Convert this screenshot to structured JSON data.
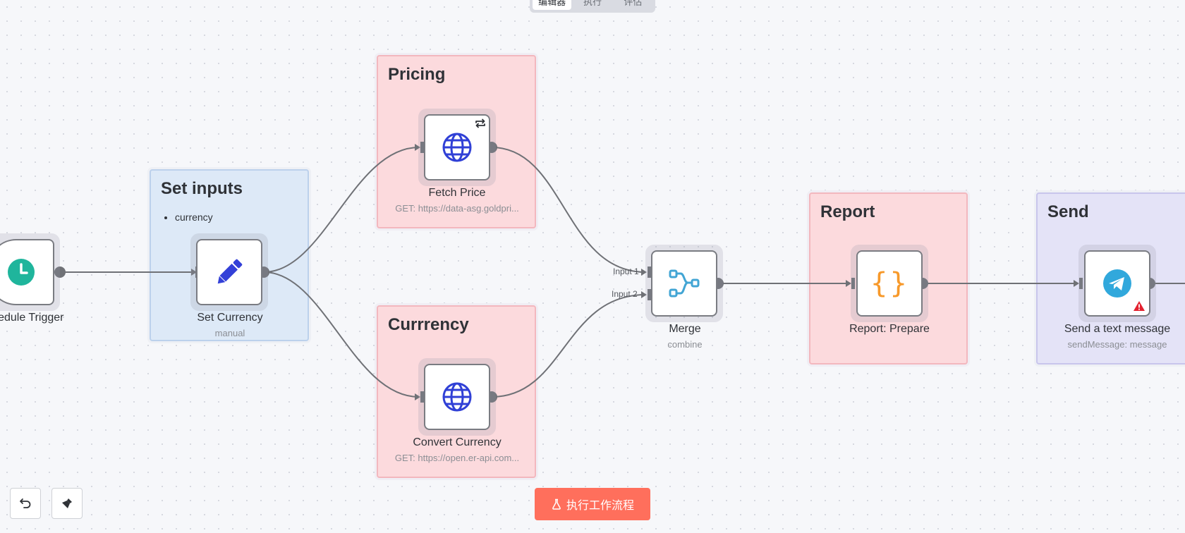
{
  "tabs": [
    {
      "label": "编辑器",
      "active": true
    },
    {
      "label": "执行",
      "active": false
    },
    {
      "label": "评估",
      "active": false
    }
  ],
  "stickies": {
    "set_inputs": {
      "title": "Set inputs",
      "bullets": [
        "currency"
      ]
    },
    "pricing": {
      "title": "Pricing"
    },
    "currency": {
      "title": "Currrency"
    },
    "report": {
      "title": "Report"
    },
    "send": {
      "title": "Send"
    }
  },
  "nodes": {
    "schedule_trigger": {
      "label": "Schedule Trigger",
      "icon": "clock-icon"
    },
    "set_currency": {
      "label": "Set Currency",
      "subtitle": "manual",
      "icon": "pencil-icon"
    },
    "fetch_price": {
      "label": "Fetch Price",
      "subtitle": "GET: https://data-asg.goldpri...",
      "icon": "globe-icon",
      "badge": "repeat-icon"
    },
    "convert_currency": {
      "label": "Convert Currency",
      "subtitle": "GET: https://open.er-api.com...",
      "icon": "globe-icon"
    },
    "merge": {
      "label": "Merge",
      "subtitle": "combine",
      "icon": "merge-icon",
      "inputs": [
        "Input 1",
        "Input 2"
      ]
    },
    "report_prepare": {
      "label": "Report: Prepare",
      "icon": "code-braces-icon",
      "glyph": "{}"
    },
    "send_message": {
      "label": "Send a text message",
      "subtitle": "sendMessage: message",
      "icon": "telegram-icon",
      "warning": "warning-icon"
    }
  },
  "toolbar": {
    "run_label": "执行工作流程",
    "run_icon": "flask-icon",
    "undo_icon": "undo-icon",
    "clear_icon": "broom-icon"
  },
  "colors": {
    "run_button": "#ff6f5c",
    "sticky_red": "#fcdadd",
    "sticky_blue": "#dde9f7",
    "sticky_purple": "#e4e3f7",
    "trigger_icon": "#1fb59c",
    "globe_icon": "#3040d6",
    "merge_icon": "#42a5d4",
    "code_icon": "#f7992a",
    "telegram_icon": "#31a8dc"
  }
}
